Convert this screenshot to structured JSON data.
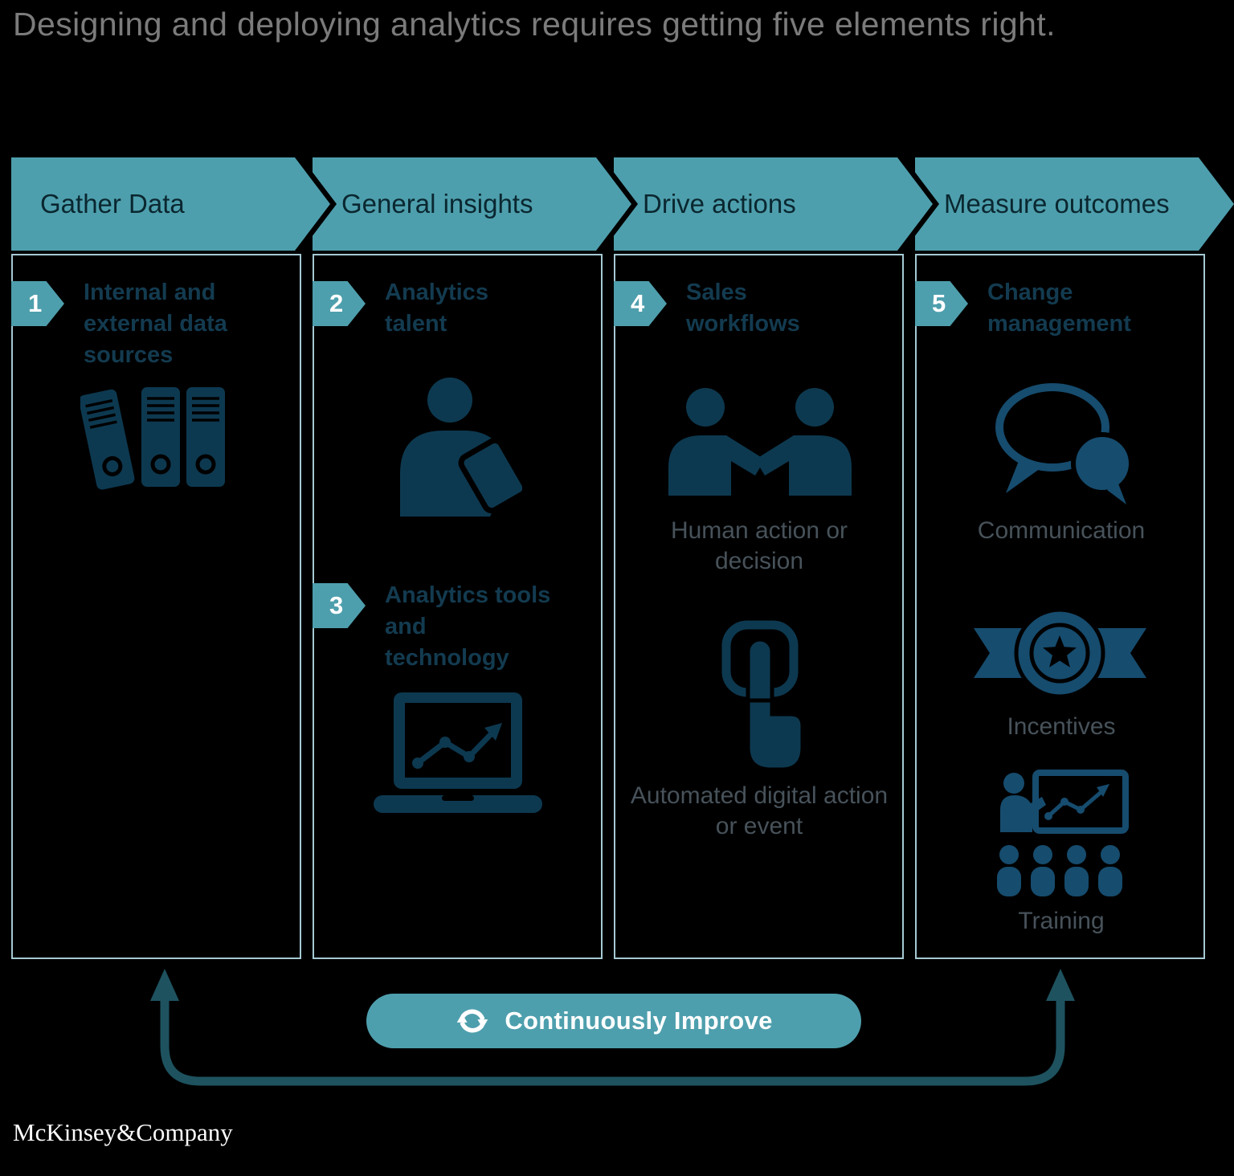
{
  "title": "Designing and deploying analytics requires getting five elements right.",
  "columns": [
    {
      "header": "Gather Data",
      "items": [
        {
          "number": "1",
          "label": "Internal and external data sources",
          "icon": "binders-icon"
        }
      ]
    },
    {
      "header": "General insights",
      "items": [
        {
          "number": "2",
          "label": "Analytics talent",
          "icon": "analyst-reading-icon"
        },
        {
          "number": "3",
          "label": "Analytics tools and technology",
          "icon": "laptop-chart-icon"
        }
      ]
    },
    {
      "header": "Drive actions",
      "items": [
        {
          "number": "4",
          "label": "Sales workflows",
          "icon": "handshake-icon"
        }
      ],
      "captions": [
        "Human action or decision",
        "Automated digital action or event"
      ],
      "caption_icons": [
        "handshake-icon",
        "tap-icon"
      ]
    },
    {
      "header": "Measure outcomes",
      "items": [
        {
          "number": "5",
          "label": "Change management",
          "icon": "speech-bubbles-icon"
        }
      ],
      "captions": [
        "Communication",
        "Incentives",
        "Training"
      ],
      "caption_icons": [
        "speech-bubbles-icon",
        "award-ribbon-icon",
        "training-icon"
      ]
    }
  ],
  "loop": {
    "label": "Continuously Improve",
    "icon": "refresh-icon"
  },
  "brand": "McKinsey&Company",
  "colors": {
    "teal": "#4E9FAD",
    "navy": "#0D3950",
    "loop_line": "#1E525F",
    "title_gray": "#7B7B7B",
    "item_title": "#133B50",
    "caption": "#47525A",
    "column_border": "#A5C9D3"
  }
}
